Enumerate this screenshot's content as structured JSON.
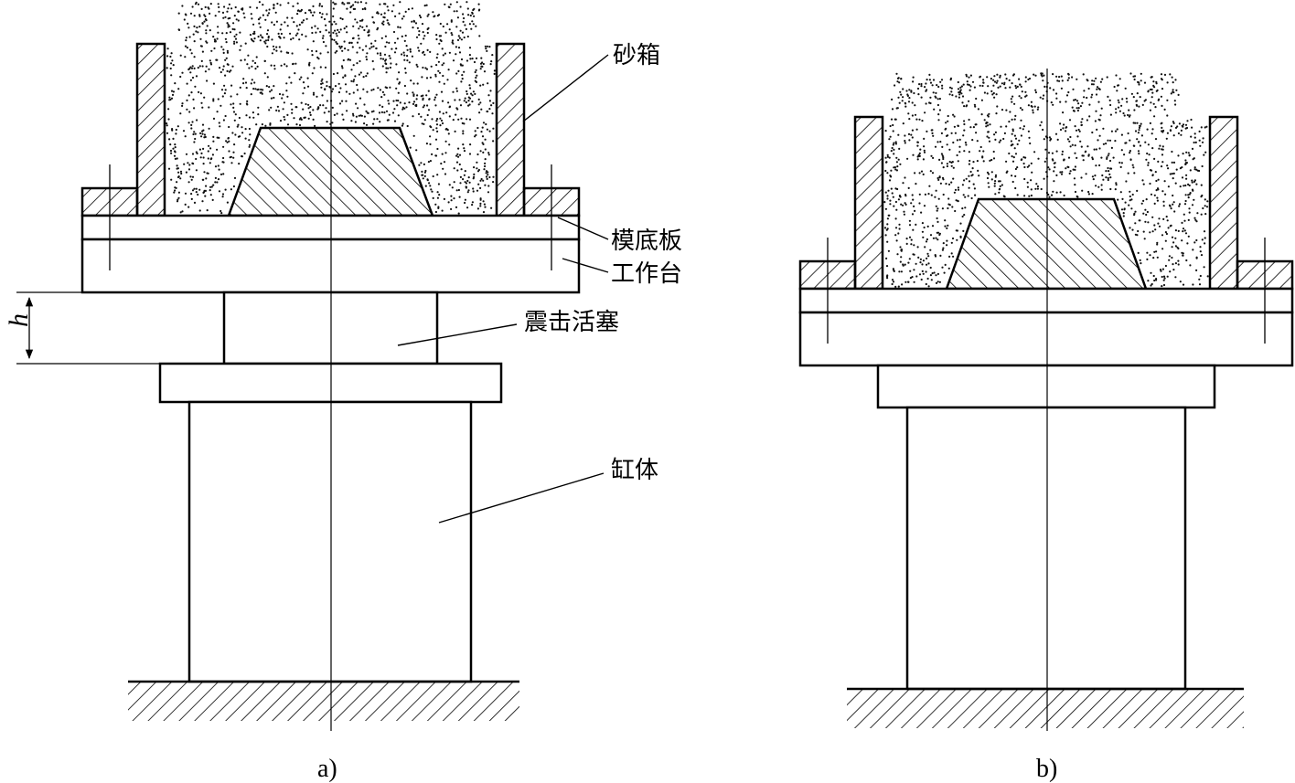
{
  "labels": {
    "flask": "砂箱",
    "pattern_plate": "模底板",
    "worktable": "工作台",
    "jolt_piston": "震击活塞",
    "cylinder": "缸体",
    "stroke_height": "h"
  },
  "sublabels": {
    "a": "a)",
    "b": "b)"
  },
  "colors": {
    "line": "#000000",
    "sand_dot": "#111111",
    "background": "#ffffff"
  }
}
